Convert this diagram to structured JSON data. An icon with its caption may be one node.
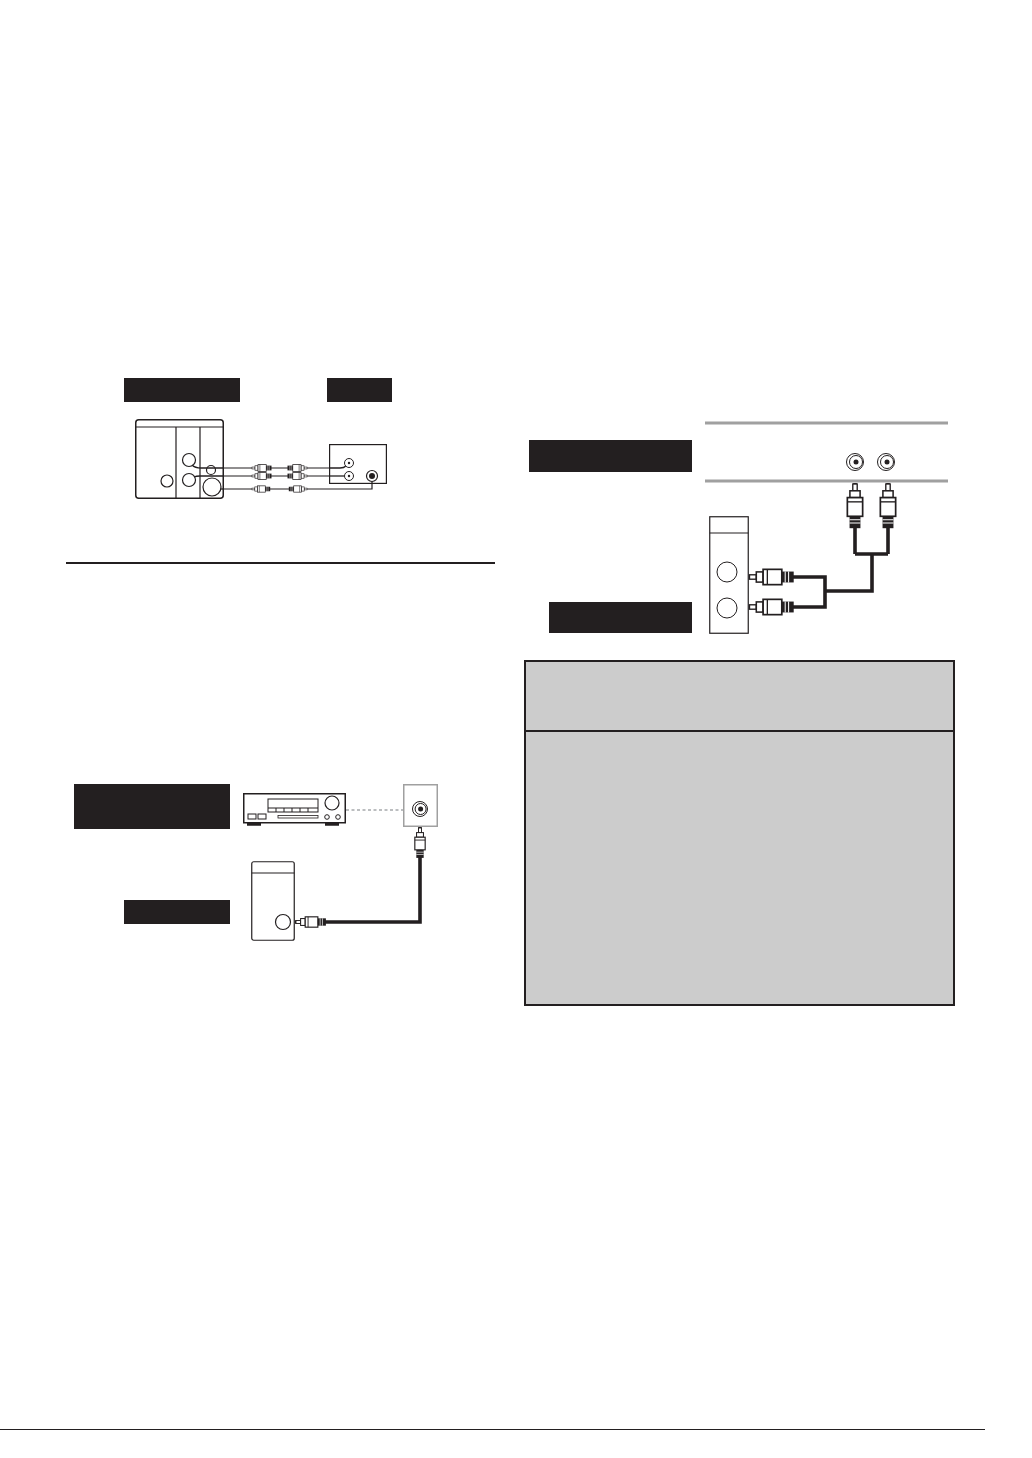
{
  "diagram": {
    "nodes": [
      {
        "text": [],
        "shape": "bar"
      },
      {
        "text": [],
        "shape": "bar"
      },
      {
        "text": [],
        "shape": "picture"
      },
      {
        "text": [],
        "shape": "picture"
      },
      {
        "text": [],
        "shape": "bar"
      },
      {
        "text": [],
        "shape": "picture"
      },
      {
        "text": [],
        "shape": "picture"
      },
      {
        "text": [],
        "shape": "bar"
      },
      {
        "text": [],
        "shape": "picture"
      },
      {
        "text": [],
        "shape": "bar"
      },
      {
        "text": [],
        "shape": "picture"
      },
      {
        "text": [],
        "shape": "bar"
      },
      {
        "text": [],
        "shape": "picture"
      },
      {
        "text": [],
        "shape": "box"
      },
      {
        "text": [],
        "shape": "band",
        "in": 13
      }
    ],
    "edges": [
      {
        "from": 2,
        "to": 3,
        "arrow": "none"
      },
      {
        "from": 2,
        "to": 3,
        "arrow": "none"
      },
      {
        "from": 2,
        "to": 3,
        "arrow": "none"
      },
      {
        "from": 5,
        "to": 6,
        "arrow": "none",
        "style": "dashed",
        "color": "#a7a9ac"
      },
      {
        "from": 8,
        "to": 6,
        "arrow": "other",
        "style": "thick"
      },
      {
        "from": 12,
        "to": 10,
        "arrow": "other",
        "style": "thick"
      }
    ]
  }
}
